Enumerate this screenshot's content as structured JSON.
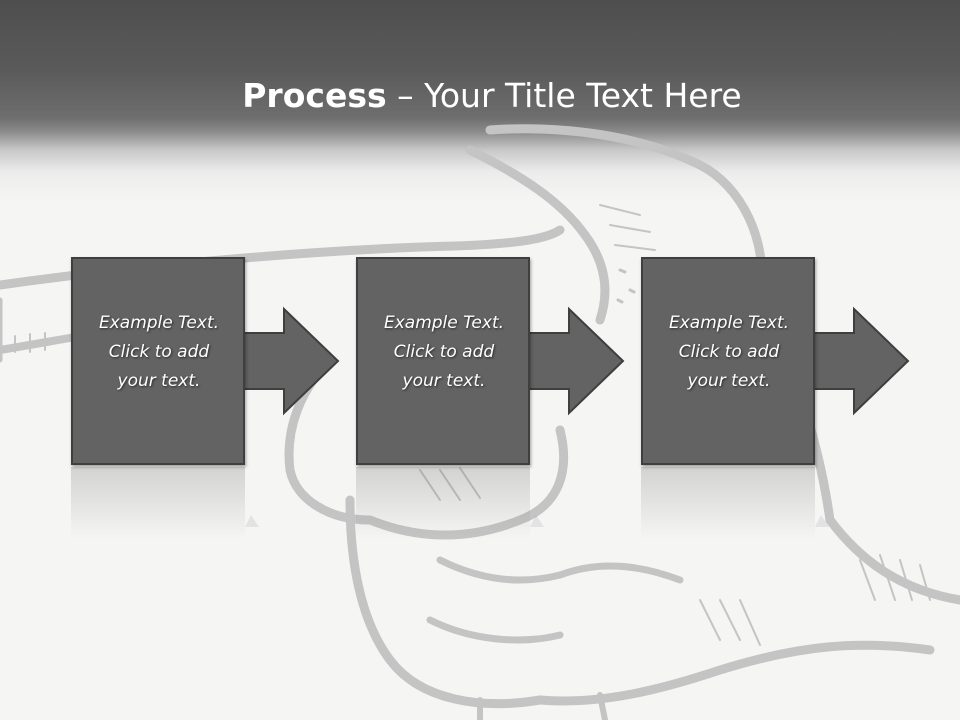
{
  "title": {
    "bold": "Process",
    "dash": " – ",
    "rest": "Your Title Text Here"
  },
  "steps": [
    {
      "text": "Example Text.\nClick  to add\nyour text."
    },
    {
      "text": "Example Text.\nClick  to add\nyour text."
    },
    {
      "text": "Example Text.\nClick  to add\nyour text."
    }
  ],
  "colors": {
    "box_fill": "#636363",
    "box_border": "#3f3f3f",
    "title_band": "#5a5a5a",
    "background": "#f5f5f4",
    "hand_line": "#c4c4c4"
  },
  "background_art": "pointing-hand-illustration"
}
